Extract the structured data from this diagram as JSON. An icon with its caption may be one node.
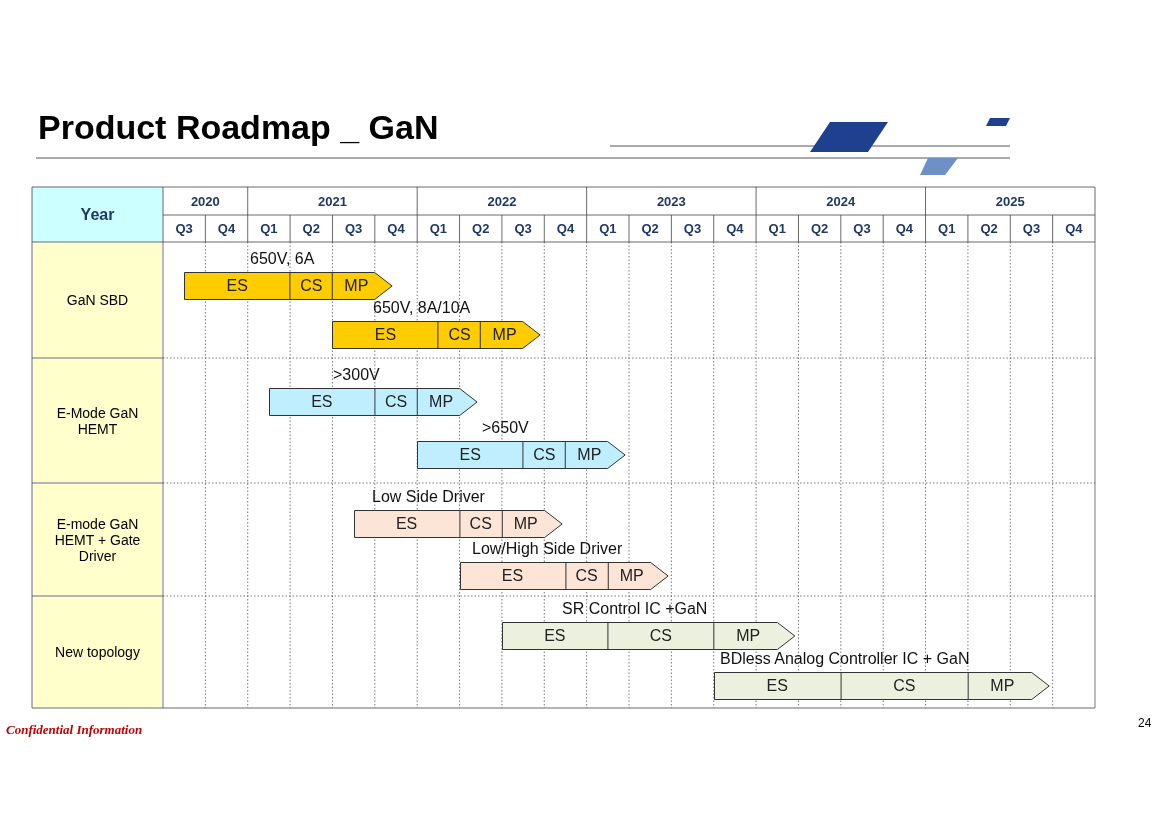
{
  "diagram": {
    "title": "Product Roadmap _ GaN",
    "nodes": [
      {
        "text": [
          "ES",
          "CS",
          "MP"
        ],
        "beside": [
          "650V, 6A"
        ]
      },
      {
        "text": [
          "ES",
          "CS",
          "MP"
        ],
        "beside": [
          "650V, 8A/10A"
        ]
      },
      {
        "text": [
          "ES",
          "CS",
          "MP"
        ],
        "beside": [
          ">300V"
        ]
      },
      {
        "text": [
          "ES",
          "CS",
          "MP"
        ],
        "beside": [
          ">650V"
        ]
      },
      {
        "text": [
          "ES",
          "CS",
          "MP"
        ],
        "beside": [
          "Low Side Driver"
        ]
      },
      {
        "text": [
          "ES",
          "CS",
          "MP"
        ],
        "beside": [
          "Low/High Side Driver"
        ]
      },
      {
        "text": [
          "ES",
          "CS",
          "MP"
        ],
        "beside": [
          "SR Control IC +GaN"
        ]
      },
      {
        "text": [
          "ES",
          "CS",
          "MP"
        ],
        "beside": [
          "BDless Analog Controller IC + GaN"
        ]
      }
    ],
    "labels": [
      "Year",
      "2020",
      "2021",
      "2022",
      "2023",
      "2024",
      "2025",
      "Q3",
      "Q4",
      "Q1",
      "Q2",
      "Q3",
      "Q4",
      "Q1",
      "Q2",
      "Q3",
      "Q4",
      "Q1",
      "Q2",
      "Q3",
      "Q4",
      "Q1",
      "Q2",
      "Q3",
      "Q4",
      "Q1",
      "Q2",
      "Q3",
      "Q4",
      "GaN SBD",
      "E-Mode GaN HEMT",
      "E-mode GaN HEMT + Gate Driver",
      "New topology",
      "Confidential Information",
      "24"
    ]
  }
}
